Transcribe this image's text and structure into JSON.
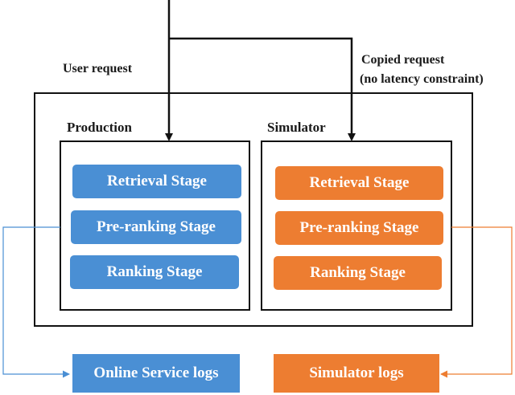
{
  "labels": {
    "user_request": "User request",
    "copied_request_line1": "Copied request",
    "copied_request_line2": "(no latency constraint)",
    "production": "Production",
    "simulator": "Simulator"
  },
  "production_stages": [
    "Retrieval Stage",
    "Pre-ranking Stage",
    "Ranking Stage"
  ],
  "simulator_stages": [
    "Retrieval Stage",
    "Pre-ranking Stage",
    "Ranking Stage"
  ],
  "logs": {
    "online": "Online Service logs",
    "simulator": "Simulator logs"
  },
  "colors": {
    "production": "#4a8fd4",
    "simulator": "#ed7d31",
    "outline": "#111111"
  }
}
